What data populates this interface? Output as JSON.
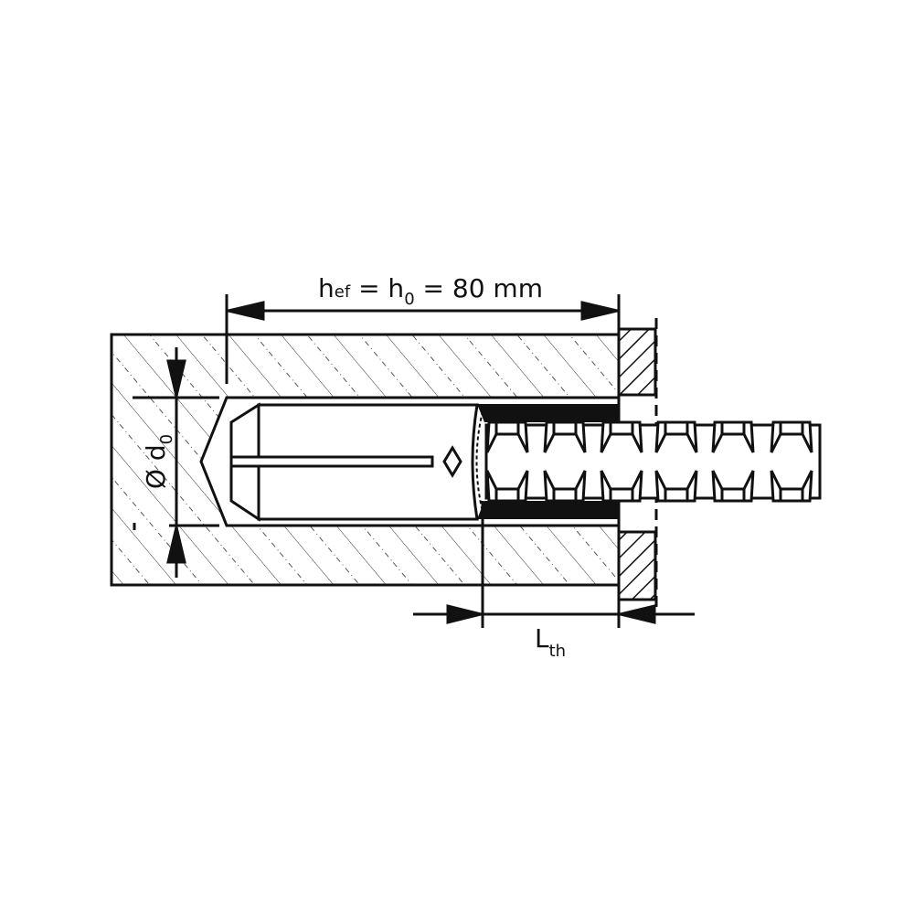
{
  "diagram": {
    "embedment_label": {
      "main": "h",
      "sub1": "ef",
      "mid": " = h",
      "sub2": "0",
      "rest": " = 80 mm"
    },
    "diameter_label": {
      "main": "Ø d",
      "sub": "0"
    },
    "thread_length_label": {
      "main": "L",
      "sub": "th"
    }
  },
  "colors": {
    "line": "#111111",
    "background": "#ffffff",
    "resin": "#111111"
  }
}
